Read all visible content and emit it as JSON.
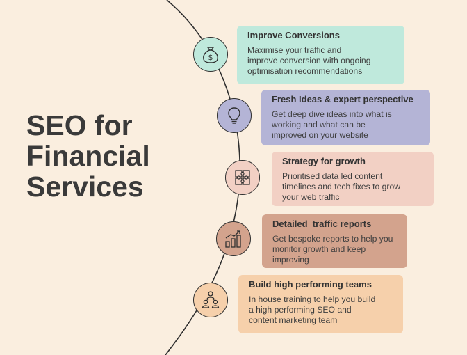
{
  "title": {
    "lines": [
      "SEO for",
      "Financial",
      "Services"
    ]
  },
  "colors": {
    "background": "#faeedf",
    "text": "#3a3a3a",
    "curve": "#2f2f2f"
  },
  "items": [
    {
      "icon": "money-bag-icon",
      "heading": "Improve Conversions",
      "lines": [
        "Maximise your traffic and",
        "improve conversion with ongoing",
        "optimisation recommendations"
      ],
      "color": "#bfe9dc"
    },
    {
      "icon": "lightbulb-icon",
      "heading": "Fresh Ideas & expert perspective",
      "lines": [
        "Get deep dive ideas into what is",
        "working and what can be",
        "improved on your website"
      ],
      "color": "#b4b4d6"
    },
    {
      "icon": "puzzle-icon",
      "heading": "Strategy for growth",
      "lines": [
        "Prioritised data led content",
        "timelines and tech fixes to grow",
        "your web traffic"
      ],
      "color": "#f2d0c4"
    },
    {
      "icon": "bar-chart-icon",
      "heading": "Detailed  traffic reports",
      "lines": [
        "Get bespoke reports to help you",
        "monitor growth and keep",
        "improving"
      ],
      "color": "#d3a38d"
    },
    {
      "icon": "team-icon",
      "heading": "Build high performing teams",
      "lines": [
        "In house training to help you build",
        "a high performing SEO and",
        "content marketing team"
      ],
      "color": "#f6d0ab"
    }
  ]
}
